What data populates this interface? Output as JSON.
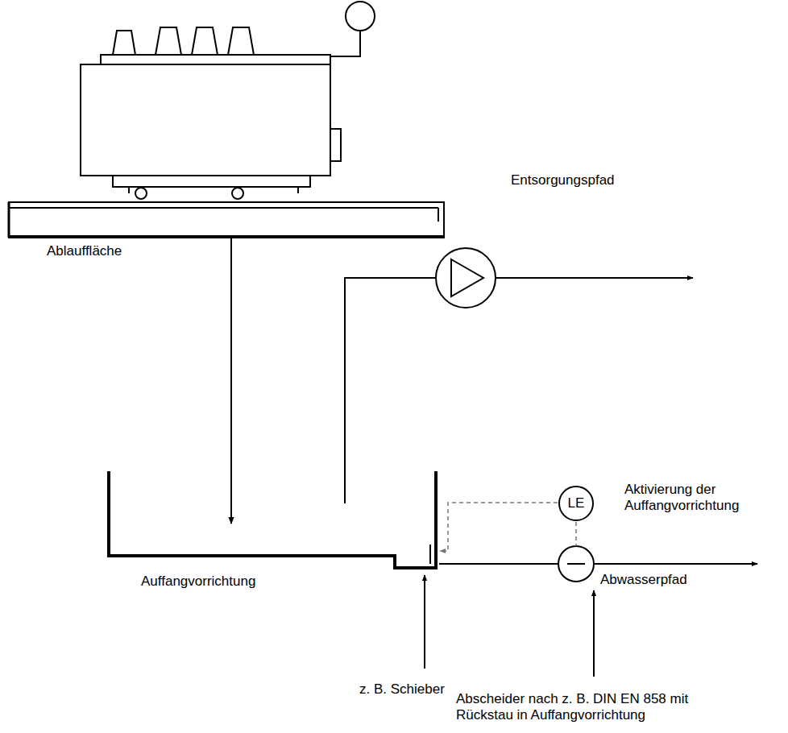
{
  "diagram": {
    "nodes": [
      {
        "text": [
          "Ablauffläche"
        ]
      },
      {
        "text": [
          "Auffangvorrichtung"
        ]
      },
      {
        "text": [
          "LE"
        ]
      }
    ],
    "edges": [
      {
        "from": 0,
        "to": 1,
        "arrow": "to"
      }
    ],
    "labels": [
      "Entsorgungspfad",
      "Aktivierung der Auffangvorrichtung",
      "Abwasserpfad",
      "z. B. Schieber",
      "Abscheider nach z. B. DIN EN 858 mit Rückstau in Auffangvorrichtung"
    ]
  }
}
